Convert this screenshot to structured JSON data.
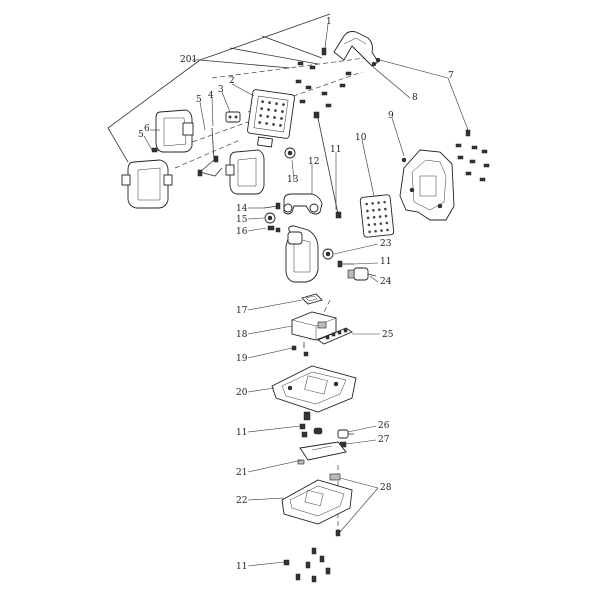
{
  "diagram": {
    "labels": {
      "l201": "201",
      "l1": "1",
      "l2": "2",
      "l3": "3",
      "l4": "4",
      "l5a": "5",
      "l5b": "5",
      "l6": "6",
      "l7": "7",
      "l8": "8",
      "l9": "9",
      "l10": "10",
      "l11a": "11",
      "l11b": "11",
      "l11c": "11",
      "l11d": "11",
      "l12": "12",
      "l13": "13",
      "l14": "14",
      "l15": "15",
      "l16": "16",
      "l17": "17",
      "l18": "18",
      "l19": "19",
      "l20": "20",
      "l21": "21",
      "l22": "22",
      "l23": "23",
      "l24": "24",
      "l25": "25",
      "l26": "26",
      "l27": "27",
      "l28": "28"
    }
  }
}
